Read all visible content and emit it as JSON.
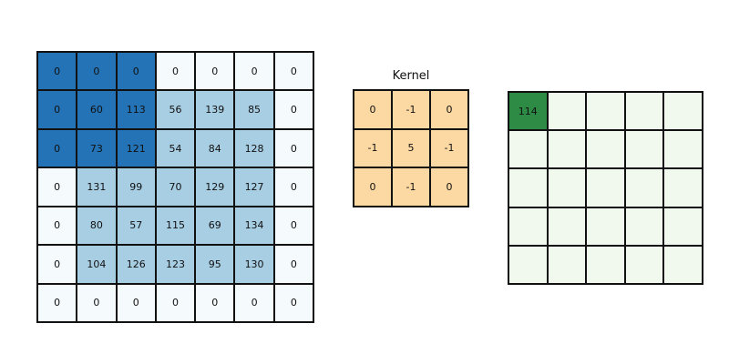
{
  "diagram": {
    "background_color": "#ffffff",
    "border_color": "#111111",
    "text_color": "#111111"
  },
  "input_matrix": {
    "rows": 7,
    "cols": 7,
    "values": [
      [
        0,
        0,
        0,
        0,
        0,
        0,
        0
      ],
      [
        0,
        60,
        113,
        56,
        139,
        85,
        0
      ],
      [
        0,
        73,
        121,
        54,
        84,
        128,
        0
      ],
      [
        0,
        131,
        99,
        70,
        129,
        127,
        0
      ],
      [
        0,
        80,
        57,
        115,
        69,
        134,
        0
      ],
      [
        0,
        104,
        126,
        123,
        95,
        130,
        0
      ],
      [
        0,
        0,
        0,
        0,
        0,
        0,
        0
      ]
    ],
    "highlight_window": {
      "row": 0,
      "col": 0,
      "size": 3
    },
    "colors": {
      "window": "#2373b6",
      "data": "#a8cee4",
      "padding": "#f5fafd"
    }
  },
  "kernel": {
    "title": "Kernel",
    "rows": 3,
    "cols": 3,
    "values": [
      [
        0,
        -1,
        0
      ],
      [
        -1,
        5,
        -1
      ],
      [
        0,
        -1,
        0
      ]
    ],
    "colors": {
      "cell": "#fcd8a2"
    }
  },
  "output_matrix": {
    "rows": 5,
    "cols": 5,
    "values": [
      [
        114,
        null,
        null,
        null,
        null
      ],
      [
        null,
        null,
        null,
        null,
        null
      ],
      [
        null,
        null,
        null,
        null,
        null
      ],
      [
        null,
        null,
        null,
        null,
        null
      ],
      [
        null,
        null,
        null,
        null,
        null
      ]
    ],
    "highlight_cell": {
      "row": 0,
      "col": 0
    },
    "colors": {
      "cell": "#f1f8ee",
      "highlight": "#2d8b45"
    }
  }
}
